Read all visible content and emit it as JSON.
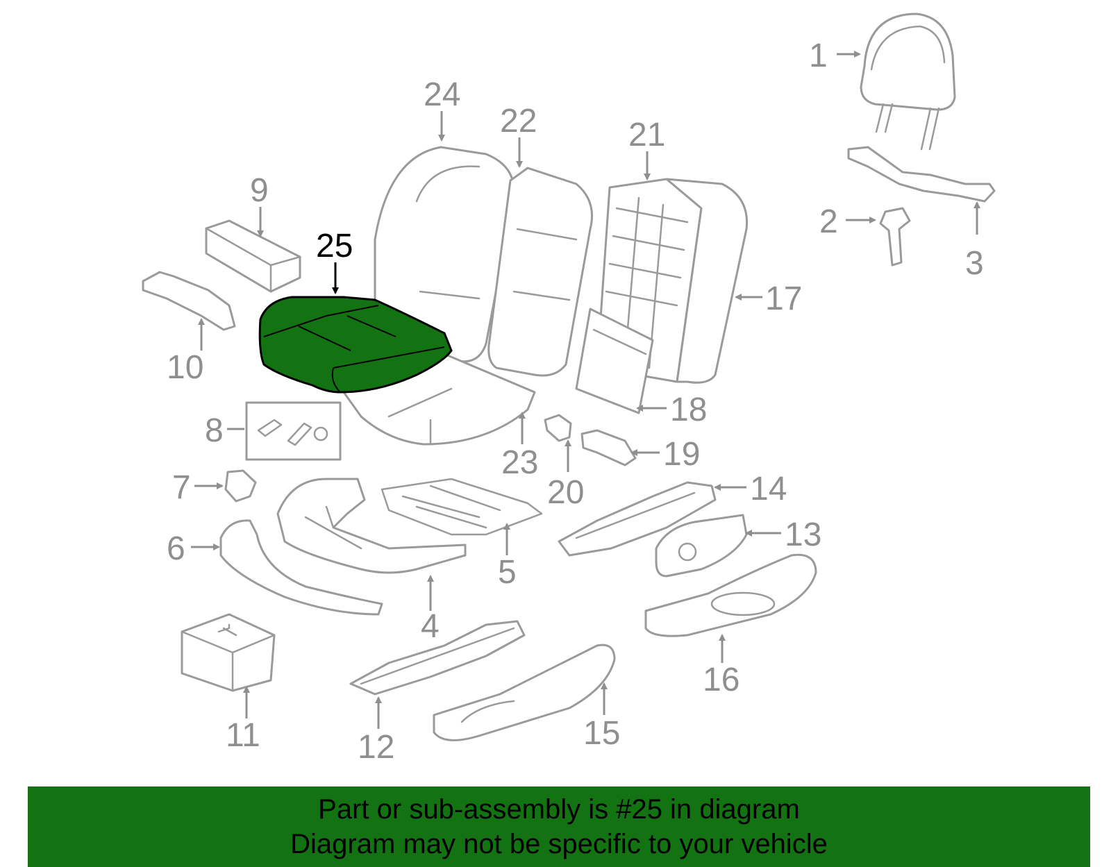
{
  "diagram": {
    "highlighted_part": "25",
    "highlight_color": "#137313",
    "line_color": "#9a9a9a",
    "labels": [
      "1",
      "2",
      "3",
      "4",
      "5",
      "6",
      "7",
      "8",
      "9",
      "10",
      "11",
      "12",
      "13",
      "14",
      "15",
      "16",
      "17",
      "18",
      "19",
      "20",
      "21",
      "22",
      "23",
      "24",
      "25"
    ]
  },
  "footer": {
    "line1": "Part or sub-assembly is #25 in diagram",
    "line2": "Diagram may not be specific to your vehicle",
    "background": "#137313"
  }
}
